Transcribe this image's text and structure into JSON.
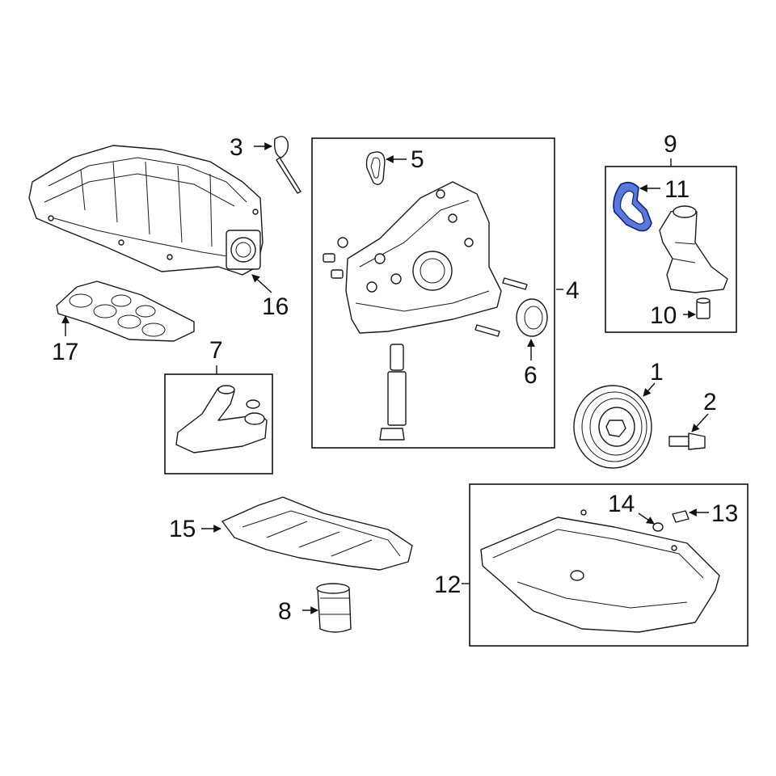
{
  "callouts": {
    "c1": "1",
    "c2": "2",
    "c3": "3",
    "c4": "4",
    "c5": "5",
    "c6": "6",
    "c7": "7",
    "c8": "8",
    "c9": "9",
    "c10": "10",
    "c11": "11",
    "c12": "12",
    "c13": "13",
    "c14": "14",
    "c15": "15",
    "c16": "16",
    "c17": "17"
  },
  "colors": {
    "line": "#1a1a1a",
    "highlight_fill": "#5a78d8",
    "highlight_stroke": "#0b1f8a",
    "background": "#ffffff"
  }
}
